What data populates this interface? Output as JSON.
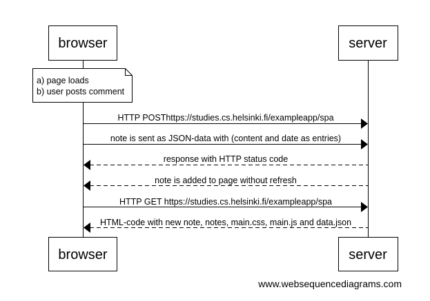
{
  "diagram": {
    "participants": [
      {
        "id": "browser",
        "label": "browser"
      },
      {
        "id": "server",
        "label": "server"
      }
    ],
    "note": {
      "over": "browser",
      "lines": [
        "a) page loads",
        "b) user posts comment"
      ]
    },
    "messages": [
      {
        "from": "browser",
        "to": "server",
        "style": "solid",
        "label": "HTTP POSThttps://studies.cs.helsinki.fi/exampleapp/spa"
      },
      {
        "from": "browser",
        "to": "server",
        "style": "solid",
        "label": "note is sent as JSON-data with (content and date as entries)"
      },
      {
        "from": "server",
        "to": "browser",
        "style": "dashed",
        "label": "response with HTTP status code"
      },
      {
        "from": "server",
        "to": "browser",
        "style": "dashed",
        "label": "note is added to page without refresh"
      },
      {
        "from": "browser",
        "to": "server",
        "style": "solid",
        "label": "HTTP GET https://studies.cs.helsinki.fi/exampleapp/spa"
      },
      {
        "from": "server",
        "to": "browser",
        "style": "dashed",
        "label": "HTML-code with new note, notes, main.css, main.js and data.json"
      }
    ],
    "footer": "www.websequencediagrams.com"
  }
}
